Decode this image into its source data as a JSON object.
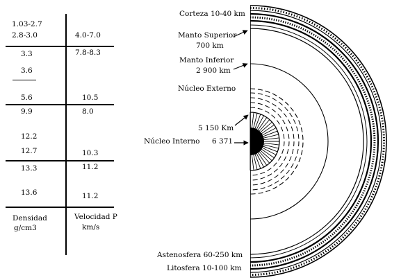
{
  "table": {
    "rows": [
      {
        "density": "1.03-2.7",
        "velocity": ""
      },
      {
        "density": "2.8-3.0",
        "velocity": "4.0-7.0"
      },
      {
        "density": "3.3",
        "velocity": "7.8-8.3"
      },
      {
        "density": "3.6",
        "velocity": ""
      },
      {
        "density": "5.6",
        "velocity": "10.5"
      },
      {
        "density": "9.9",
        "velocity": "8.0"
      },
      {
        "density": "12.2",
        "velocity": ""
      },
      {
        "density": "12.7",
        "velocity": "10.3"
      },
      {
        "density": "13.3",
        "velocity": "11.2"
      },
      {
        "density": "13.6",
        "velocity": "11.2"
      }
    ],
    "density_header": [
      "Densidad",
      "g/cm3"
    ],
    "velocity_header": [
      "Velocidad P",
      "km/s"
    ]
  },
  "labels": {
    "corteza": "Corteza  10-40 km",
    "manto_superior": [
      "Manto Superior",
      "700  km"
    ],
    "manto_inferior": [
      "Manto Inferior",
      "2 900  km"
    ],
    "nucleo_externo": "Núcleo Externo",
    "nucleo_interno_depth": "5 150 Km",
    "nucleo_interno": "Núcleo Interno",
    "nucleo_interno_depth2": "6 371",
    "astenosfera": "Astenosfera  60-250 km",
    "litosfera": "Litosfera  10-100 km"
  }
}
